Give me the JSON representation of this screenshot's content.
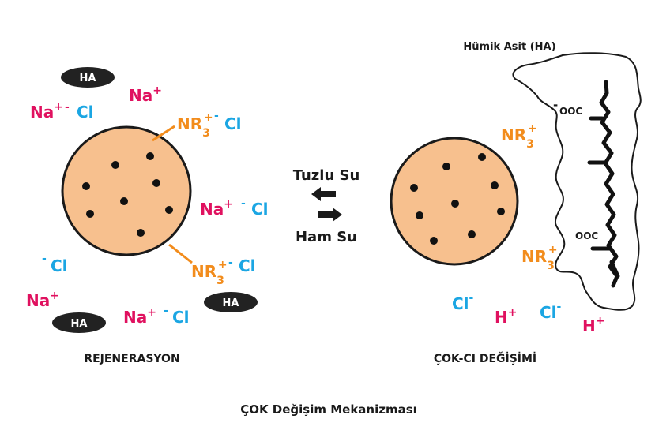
{
  "colors": {
    "sodium": "#e0115f",
    "chloride": "#1ba6e3",
    "amine": "#f28c1c",
    "bead_fill": "#f7c08e",
    "ink": "#1a1a1a"
  },
  "labels": {
    "ha": "HA",
    "na": "Na",
    "cl": "Cl",
    "nr": "NR",
    "sub3": "3",
    "plus": "+",
    "minus": "-",
    "h": "H",
    "ooc_neg": "-OOC",
    "ooc": "OOC"
  },
  "arrows": {
    "top_label": "Tuzlu Su",
    "bottom_label": "Ham Su"
  },
  "humic_title": "Hümik Asit (HA)",
  "left_caption": "REJENERASYON",
  "right_caption": "ÇOK-CI DEĞİŞİMİ",
  "figure_caption": "ÇOK Değişim Mekanizması"
}
